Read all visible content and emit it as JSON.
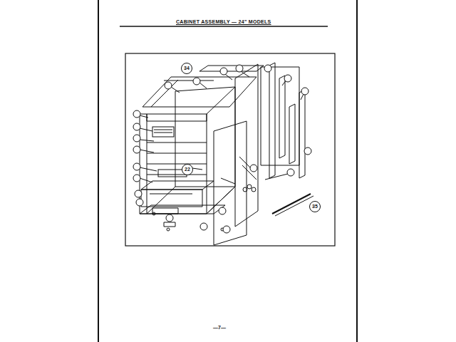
{
  "diagram": {
    "title": "CABINET ASSEMBLY — 24\" MODELS",
    "labels": [
      "34",
      "22",
      "35",
      "—7—"
    ]
  }
}
